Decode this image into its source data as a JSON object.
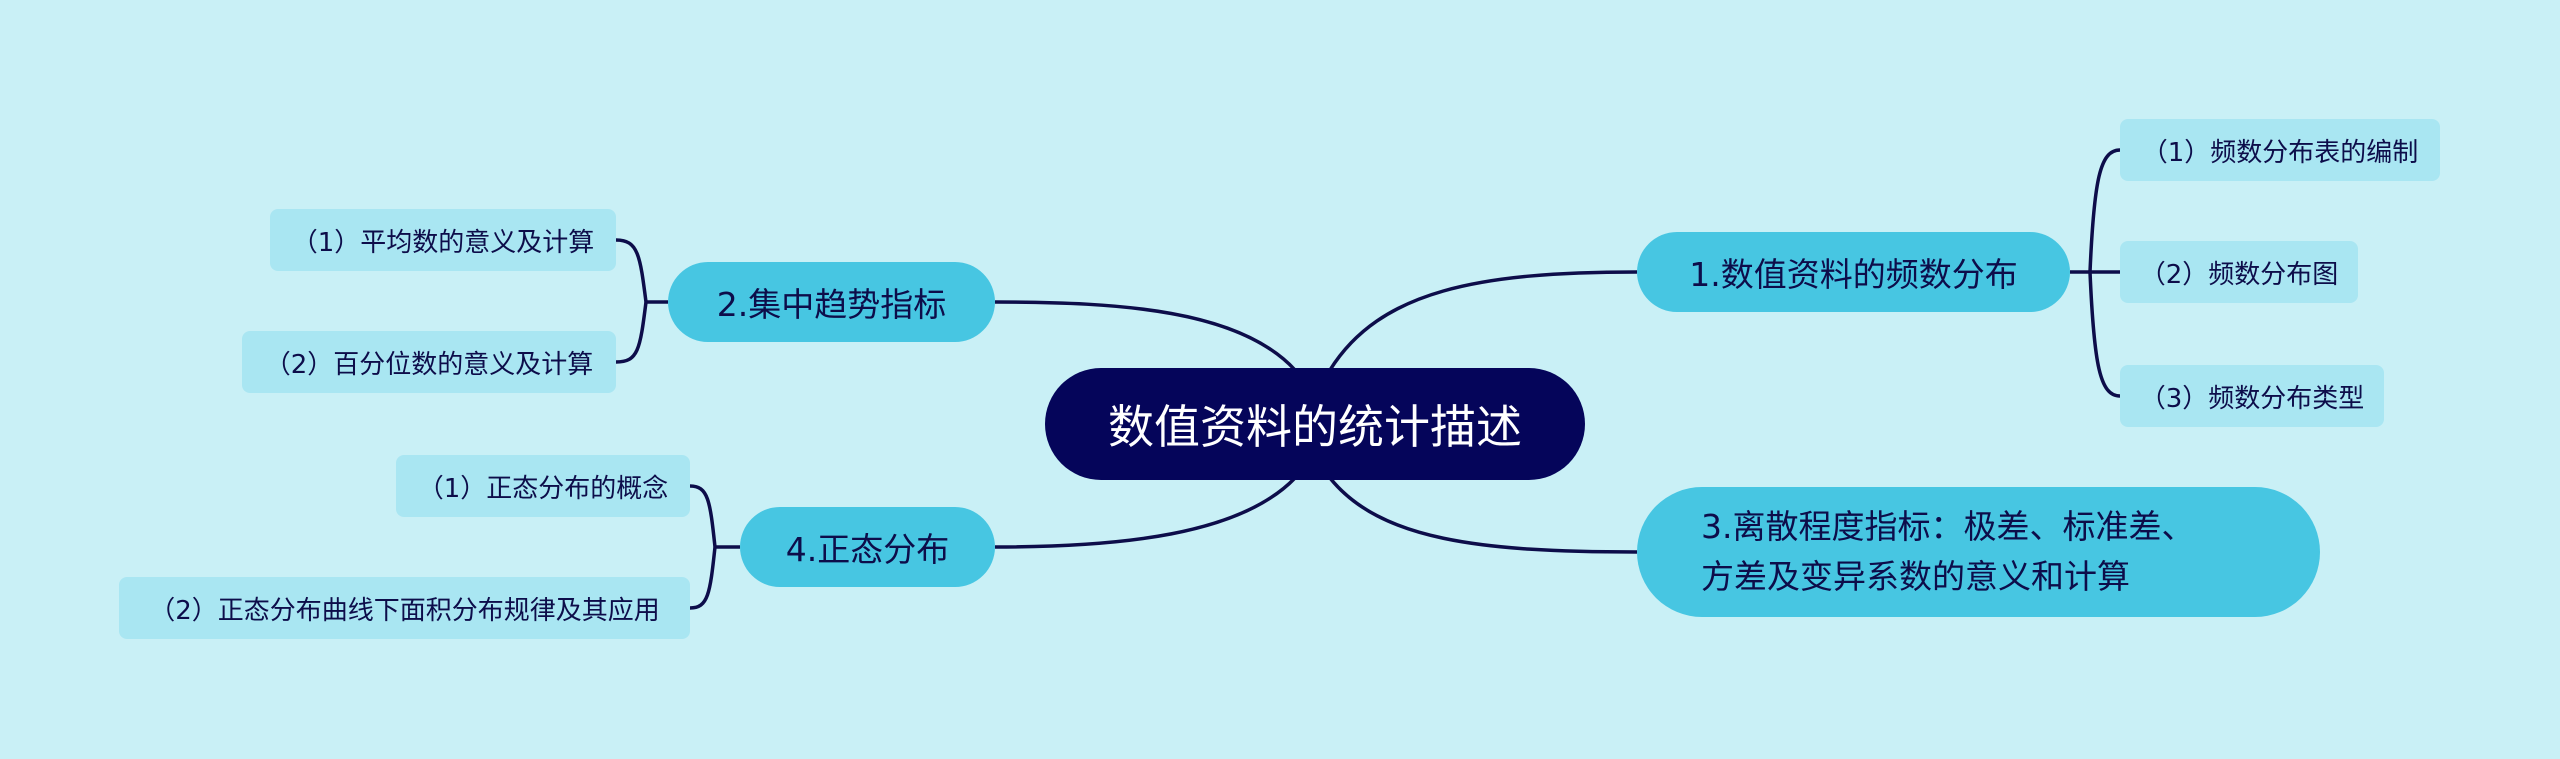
{
  "colors": {
    "background": "#c9f0f6",
    "root_fill": "#05055a",
    "branch_fill": "#47c6e2",
    "leaf_fill": "#a9e6f2",
    "line": "#0d0d4a"
  },
  "root": {
    "label": "数值资料的统计描述"
  },
  "branches": [
    {
      "label": "1.数值资料的频数分布",
      "children": [
        "（1）频数分布表的编制",
        "（2）频数分布图",
        "（3）频数分布类型"
      ]
    },
    {
      "label": "2.集中趋势指标",
      "children": [
        "（1）平均数的意义及计算",
        "（2）百分位数的意义及计算"
      ]
    },
    {
      "label": "3.离散程度指标：极差、标准差、方差及变异系数的意义和计算",
      "children": []
    },
    {
      "label": "4.正态分布",
      "children": [
        "（1）正态分布的概念",
        "（2）正态分布曲线下面积分布规律及其应用"
      ]
    }
  ]
}
